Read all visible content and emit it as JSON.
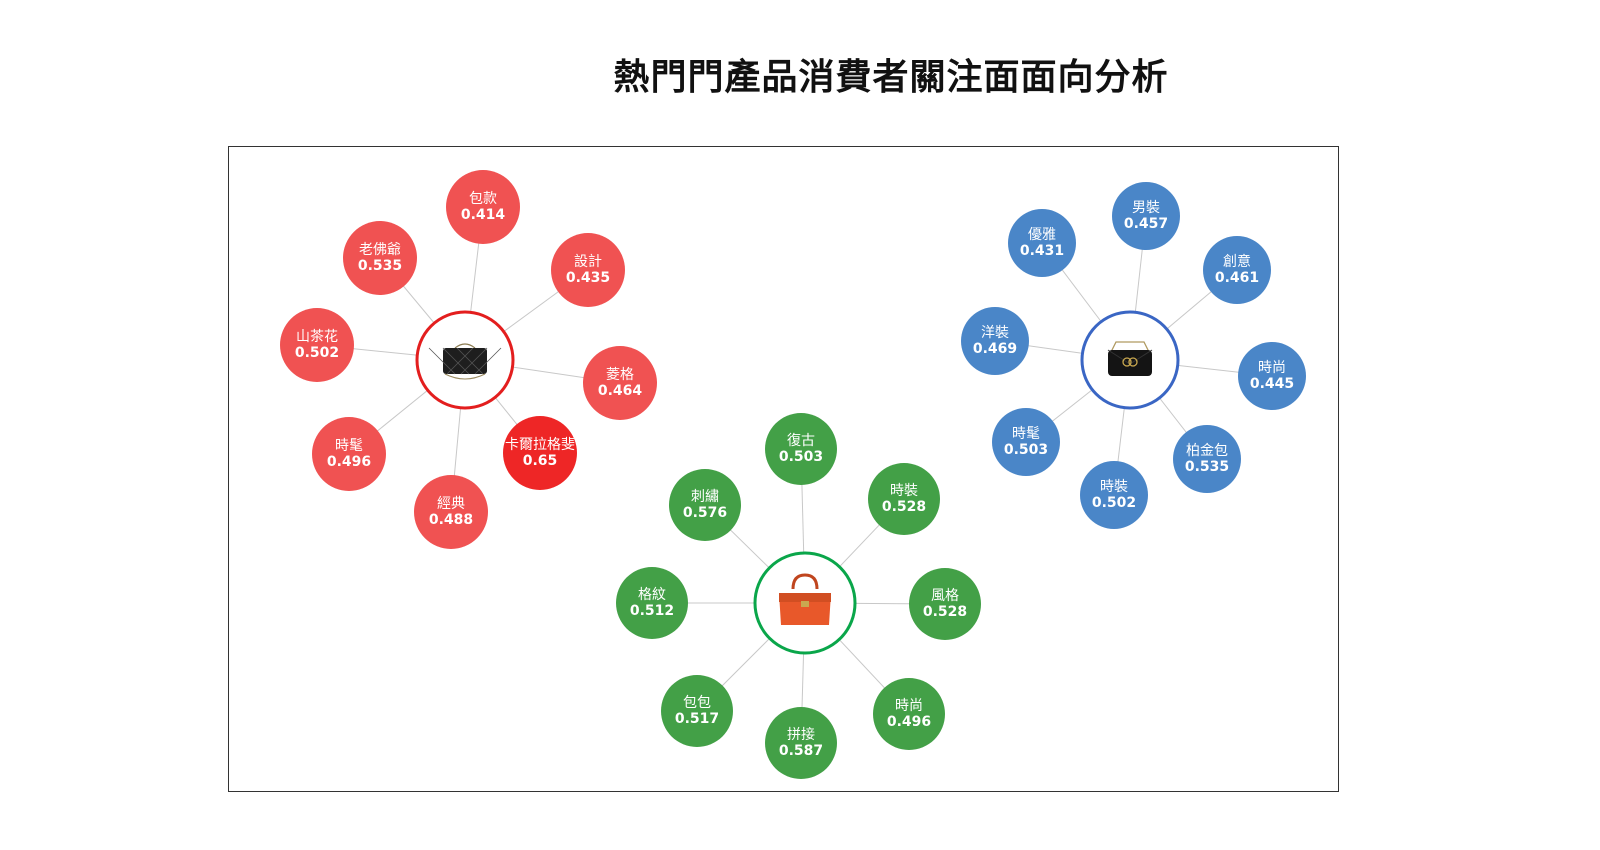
{
  "title": "熱門門產品消費者關注面面向分析",
  "groups": [
    {
      "product_icon": "chanel-quilted-black-bag",
      "ring_color": "#e31e1e",
      "node_color": "#f05252",
      "highlight_color": "#ee2626",
      "nodes": [
        {
          "label": "包款",
          "value": "0.414"
        },
        {
          "label": "設計",
          "value": "0.435"
        },
        {
          "label": "菱格",
          "value": "0.464"
        },
        {
          "label": "卡爾拉格斐",
          "value": "0.65"
        },
        {
          "label": "經典",
          "value": "0.488"
        },
        {
          "label": "時髦",
          "value": "0.496"
        },
        {
          "label": "山茶花",
          "value": "0.502"
        },
        {
          "label": "老佛爺",
          "value": "0.535"
        }
      ]
    },
    {
      "product_icon": "gucci-marmont-black-bag",
      "ring_color": "#3a66c4",
      "node_color": "#4a86c8",
      "nodes": [
        {
          "label": "男裝",
          "value": "0.457"
        },
        {
          "label": "創意",
          "value": "0.461"
        },
        {
          "label": "時尚",
          "value": "0.445"
        },
        {
          "label": "柏金包",
          "value": "0.535"
        },
        {
          "label": "時裝",
          "value": "0.502"
        },
        {
          "label": "時髦",
          "value": "0.503"
        },
        {
          "label": "洋裝",
          "value": "0.469"
        },
        {
          "label": "優雅",
          "value": "0.431"
        }
      ]
    },
    {
      "product_icon": "hermes-birkin-orange-bag",
      "ring_color": "#0aa64a",
      "node_color": "#43a047",
      "nodes": [
        {
          "label": "復古",
          "value": "0.503"
        },
        {
          "label": "時裝",
          "value": "0.528"
        },
        {
          "label": "風格",
          "value": "0.528"
        },
        {
          "label": "時尚",
          "value": "0.496"
        },
        {
          "label": "拼接",
          "value": "0.587"
        },
        {
          "label": "包包",
          "value": "0.517"
        },
        {
          "label": "格紋",
          "value": "0.512"
        },
        {
          "label": "刺繡",
          "value": "0.576"
        }
      ]
    }
  ]
}
